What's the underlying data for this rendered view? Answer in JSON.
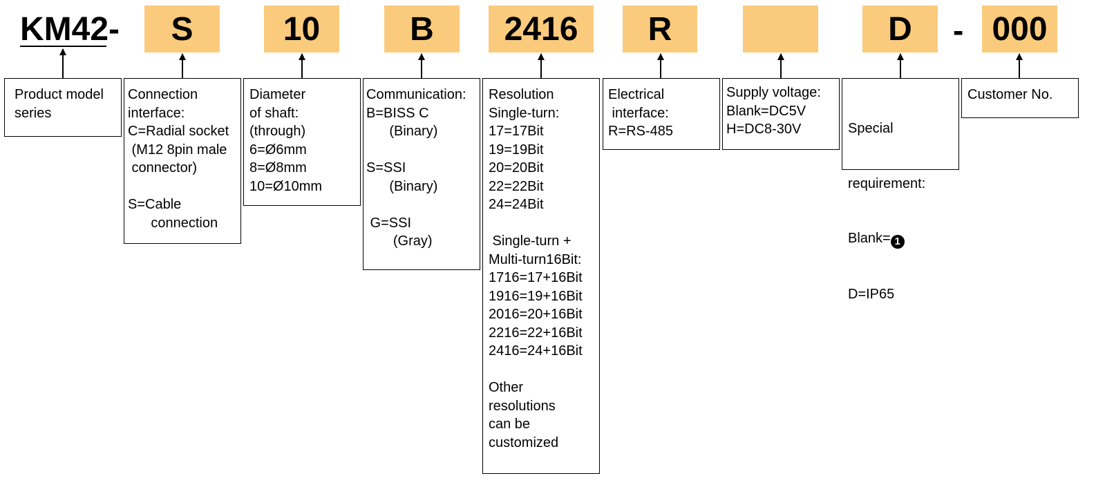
{
  "code": {
    "prefix": "KM42-",
    "segments": [
      "S",
      "10",
      "B",
      "2416",
      "R",
      "",
      "D",
      "000"
    ],
    "separator": "-",
    "segment_color": "#FBCB7D"
  },
  "boxes": {
    "model": "Product model\nseries",
    "connection": "Connection\ninterface:\nC=Radial socket\n (M12 8pin male\n connector)\n\nS=Cable\n      connection",
    "diameter": "Diameter\nof shaft:\n(through)\n6=Ø6mm\n8=Ø8mm\n10=Ø10mm",
    "communication": "Communication:\nB=BISS C\n      (Binary)\n\nS=SSI\n      (Binary)\n\n G=SSI\n       (Gray)",
    "resolution": "Resolution\nSingle-turn:\n17=17Bit\n19=19Bit\n20=20Bit\n22=22Bit\n24=24Bit\n\n Single-turn +\nMulti-turn16Bit:\n1716=17+16Bit\n1916=19+16Bit\n2016=20+16Bit\n2216=22+16Bit\n2416=24+16Bit\n\nOther\nresolutions\ncan be\ncustomized",
    "electrical": "Electrical\n interface:\nR=RS-485",
    "supply": "Supply voltage:\nBlank=DC5V\nH=DC8-30V",
    "special_lines": [
      "Special",
      "requirement:",
      "Blank=",
      "D=IP65"
    ],
    "special_marker": "1",
    "customer": "Customer No."
  }
}
